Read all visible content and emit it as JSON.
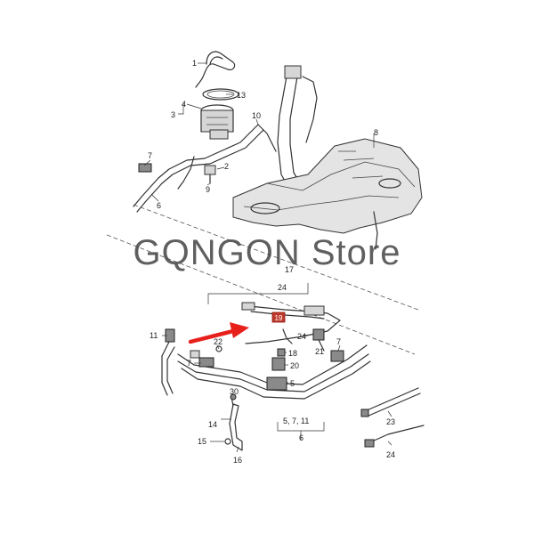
{
  "watermark": "GQNGON  Store",
  "highlight_label": "19",
  "callouts": {
    "c1": "1",
    "c13": "13",
    "c4": "4",
    "c3": "3",
    "c10": "10",
    "c8": "8",
    "c7a": "7",
    "c2": "2",
    "c9": "9",
    "c6a": "6",
    "c17": "17",
    "c24a": "24",
    "c11": "11",
    "c22": "22",
    "c7b": "7",
    "c20": "20",
    "c18": "18",
    "c21": "21",
    "c7c": "7",
    "c5": "5",
    "c30": "30",
    "c14": "14",
    "c15": "15",
    "c16": "16",
    "c5711": "5, 7, 11",
    "c6b": "6",
    "c23": "23",
    "c24b": "24"
  },
  "colors": {
    "arrow": "#e8201c",
    "highlight_box": "#c0392b",
    "line": "#333333"
  }
}
